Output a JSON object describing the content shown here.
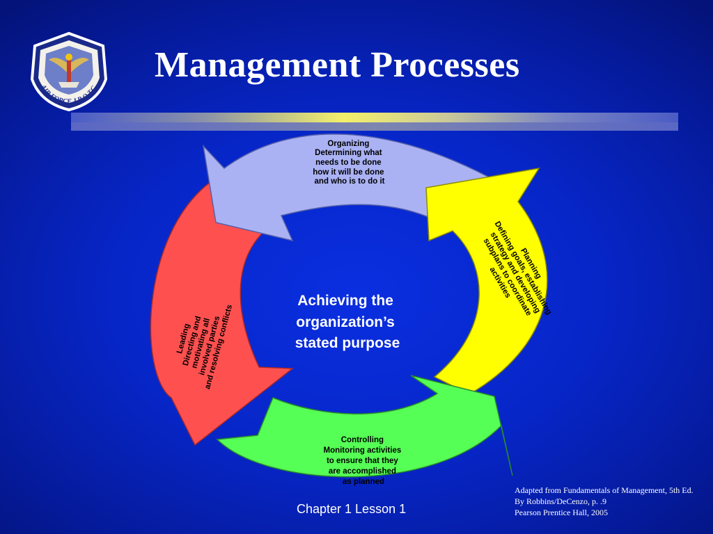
{
  "slide": {
    "title": "Management Processes",
    "footer": "Chapter 1 Lesson 1"
  },
  "emblem": {
    "text": "AIR FORCE J.R.O.T.C.",
    "name": "air-force-jrotc-emblem"
  },
  "diagram": {
    "center": [
      "Achieving the",
      "organization’s",
      "stated purpose"
    ],
    "segments": [
      {
        "id": "organizing",
        "color": "#aab2f4",
        "lines": [
          "Organizing",
          "Determining what",
          "needs to be done",
          "how it will be done",
          "and who is to do it"
        ]
      },
      {
        "id": "planning",
        "color": "#ffff00",
        "lines": [
          "Planning",
          "Defining goals, establishing",
          "strategy and developing",
          "subplans to coordinate",
          "activities"
        ]
      },
      {
        "id": "controlling",
        "color": "#55ff55",
        "lines": [
          "Controlling",
          "Monitoring activities",
          "to ensure that they",
          "are accomplished",
          "as planned"
        ]
      },
      {
        "id": "leading",
        "color": "#ff5050",
        "lines": [
          "Leading",
          "Directing and",
          "motivating  all",
          "involved parties",
          "and resolving conflicts"
        ]
      }
    ]
  },
  "citation": {
    "lines": [
      "Adapted from Fundamentals of Management, 5th Ed.",
      "By Robbins/DeCenzo, p. .9",
      "Pearson Prentice Hall, 2005"
    ]
  }
}
